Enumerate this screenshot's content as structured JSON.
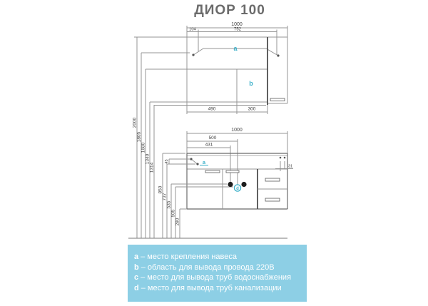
{
  "title": "ДИОР 100",
  "dims": {
    "top_total": "1000",
    "top_left": "104",
    "top_span": "752",
    "upper_left": "490",
    "upper_right": "300",
    "lower_total": "1000",
    "lower_drain": "500",
    "lower_supply": "431",
    "bracket_gap": "45",
    "side_offset": "31",
    "heights": [
      "2000",
      "1805",
      "1680",
      "1340",
      "1314",
      "850",
      "737",
      "535",
      "505",
      "280"
    ]
  },
  "markers": {
    "upper_bracket": "a",
    "power_zone": "b",
    "lower_bracket": "a",
    "drain": "d"
  },
  "legend": {
    "items": [
      {
        "key": "a",
        "label": "– место крепления навеса"
      },
      {
        "key": "b",
        "label": "– область для вывода провода 220В"
      },
      {
        "key": "c",
        "label": "– место для вывода труб водоснабжения"
      },
      {
        "key": "d",
        "label": "– место для вывода труб канализации"
      }
    ]
  },
  "colors": {
    "accent_teal": "#3bb0c9",
    "legend_bg": "#8dcfe5",
    "line_gray": "#949494",
    "line_dark": "#4f4f4f",
    "dot_black": "#1e1e1e",
    "title_gray": "#6b6b6b",
    "text_gray": "#3f3f3f"
  }
}
